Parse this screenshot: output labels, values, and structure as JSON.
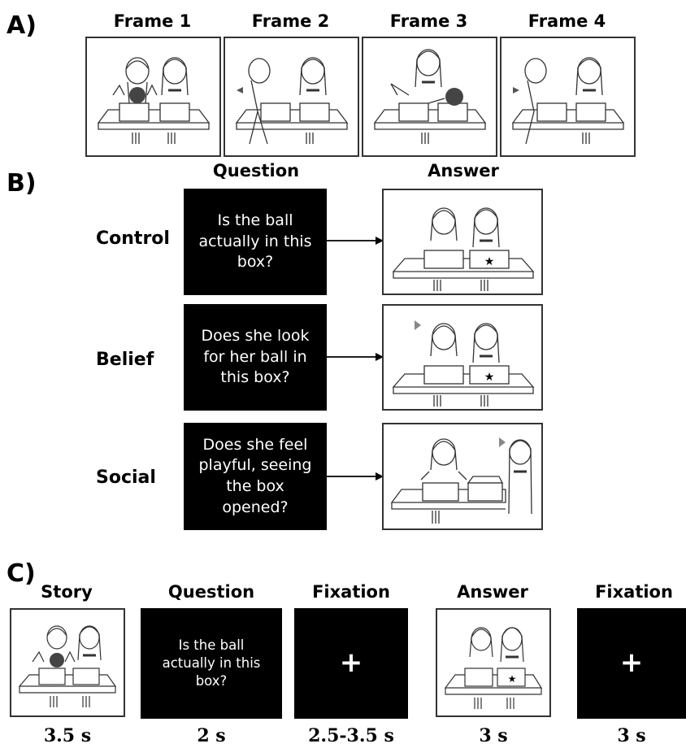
{
  "section_a": {
    "label": "A)",
    "frames": [
      {
        "title": "Frame 1",
        "scene": "girls-with-ball-behind-boxes"
      },
      {
        "title": "Frame 2",
        "scene": "left-girl-walks-away"
      },
      {
        "title": "Frame 3",
        "scene": "remaining-girl-moves-ball"
      },
      {
        "title": "Frame 4",
        "scene": "left-girl-returns"
      }
    ]
  },
  "section_b": {
    "label": "B)",
    "question_header": "Question",
    "answer_header": "Answer",
    "rows": [
      {
        "label": "Control",
        "question": "Is the ball actually in this box?"
      },
      {
        "label": "Belief",
        "question": "Does she look for her ball in this box?"
      },
      {
        "label": "Social",
        "question": "Does she feel playful, seeing the box opened?"
      }
    ]
  },
  "section_c": {
    "label": "C)",
    "steps": [
      {
        "title": "Story",
        "duration": "3.5 s"
      },
      {
        "title": "Question",
        "text": "Is the ball actually in this box?",
        "duration": "2 s"
      },
      {
        "title": "Fixation",
        "symbol": "+",
        "duration": "2.5-3.5 s"
      },
      {
        "title": "Answer",
        "duration": "3 s"
      },
      {
        "title": "Fixation",
        "symbol": "+",
        "duration": "3 s"
      }
    ]
  },
  "icons": {
    "ball": "ball-icon",
    "star": "star-icon",
    "cue": "gray-arrow-icon"
  },
  "colors": {
    "background": "#ffffff",
    "ink": "#000000",
    "ball": "#444444",
    "cue_arrow": "#888888"
  }
}
